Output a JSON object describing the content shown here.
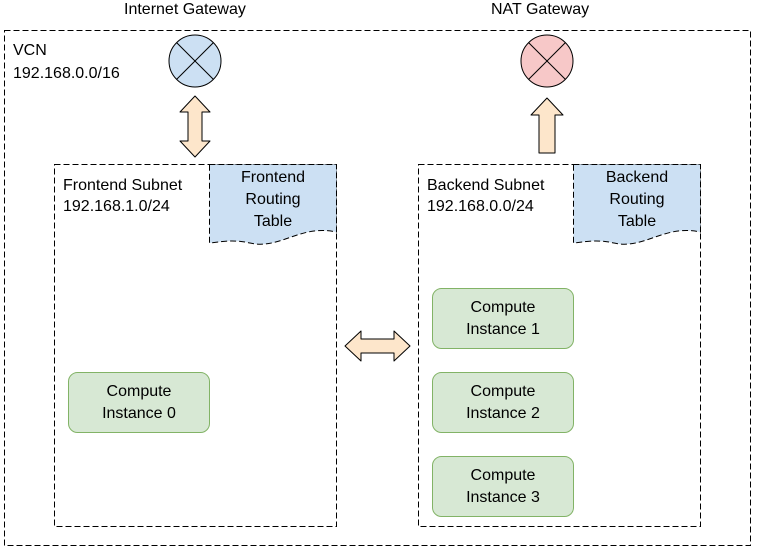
{
  "gateways": {
    "internet": {
      "label": "Internet Gateway",
      "fill": "#cce0f3",
      "icon": "gateway-x-icon"
    },
    "nat": {
      "label": "NAT Gateway",
      "fill": "#f7c8c8",
      "icon": "gateway-x-icon"
    }
  },
  "vcn": {
    "name": "VCN",
    "cidr": "192.168.0.0/16"
  },
  "subnets": {
    "frontend": {
      "name": "Frontend Subnet",
      "cidr": "192.168.1.0/24",
      "routing_table": "Frontend\nRouting\nTable"
    },
    "backend": {
      "name": "Backend Subnet",
      "cidr": "192.168.0.0/24",
      "routing_table": "Backend\nRouting\nTable"
    }
  },
  "instances": [
    {
      "label": "Compute\nInstance 0"
    },
    {
      "label": "Compute\nInstance 1"
    },
    {
      "label": "Compute\nInstance 2"
    },
    {
      "label": "Compute\nInstance 3"
    }
  ],
  "colors": {
    "routing_table_fill": "#cce0f3",
    "instance_fill": "#d7e8d4",
    "instance_stroke": "#82b366",
    "arrow_fill": "#fde6cb",
    "arrow_stroke": "#000000"
  }
}
